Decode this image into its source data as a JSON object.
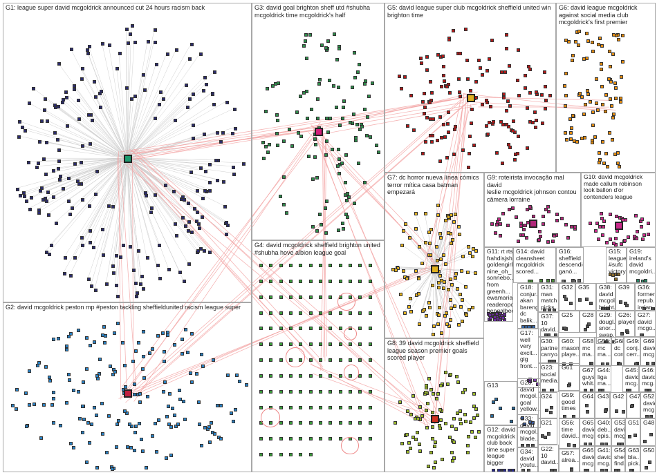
{
  "groups": [
    {
      "id": "G1",
      "label": "G1: league super david mcgoldrick announced cut 24 hours racism back",
      "color": "#2b2b6b",
      "kind": "ring",
      "nodes": 230,
      "hub": "#1f9a6f"
    },
    {
      "id": "G2",
      "label": "G2: david mcgoldrick peston mp #peston tackling sheffieldunited racism league super",
      "color": "#2a7fc0",
      "kind": "cluster",
      "nodes": 170,
      "hub": "#c02040"
    },
    {
      "id": "G3",
      "label": "G3: david goal brighton sheff utd #shubha\nmcgoldrick time mcgoldrick's half",
      "color": "#2d8a4a",
      "kind": "cluster",
      "nodes": 120,
      "hub": "#d4207a"
    },
    {
      "id": "G4",
      "label": "G4: david mcgoldrick sheffield brighton united\n#shubha hove albion league goal",
      "color": "#3a9a3a",
      "kind": "grid",
      "nodes": 150,
      "hub": "#3a9a3a"
    },
    {
      "id": "G5",
      "label": "G5: david league super club mcgoldrick sheffield united win\nbrighton time",
      "color": "#b01818",
      "kind": "cluster",
      "nodes": 140,
      "hub": "#e0b020"
    },
    {
      "id": "G6",
      "label": "G6: david league mcgoldrick\nagainst social media club\nmcgoldrick's first premier",
      "color": "#e08a10",
      "kind": "column",
      "nodes": 90,
      "hub": "#e08a10"
    },
    {
      "id": "G7",
      "label": "G7: dc horror nueva línea cómics\nterror mítica casa batman\nempezará",
      "color": "#e0b020",
      "kind": "star",
      "nodes": 110,
      "hub": "#e0b020"
    },
    {
      "id": "G8",
      "label": "G8: 39 david mcgoldrick sheffield\nleague season premier goals\nscored player",
      "color": "#9ab82a",
      "kind": "cluster",
      "nodes": 90,
      "hub": "#d03020"
    },
    {
      "id": "G9",
      "label": "G9: roteirista invocação mal david\nleslie mcgoldrick johnson contou\ncâmera lorraine",
      "color": "#b0287a",
      "kind": "cluster",
      "nodes": 50,
      "hub": "#b0287a"
    },
    {
      "id": "G10",
      "label": "G10: david mcgoldrick\nmade callum robinson\nlook ballon d'or\ncontenders league",
      "color": "#c82a8a",
      "kind": "cluster",
      "nodes": 40,
      "hub": "#c82a8a"
    },
    {
      "id": "G11",
      "label": "G11: rt rts\nfrahdisjshaw\ngoldengirlin...\nnine_oh_\nsonnebo...\nfrom greenh...\newamariad...\nreaderopolis\nbengalbeer",
      "color": "#6a2a9a",
      "kind": "column",
      "nodes": 40,
      "hub": "#6a2a9a"
    },
    {
      "id": "G12",
      "label": "G12: david\nmcgoldrick\nclub back\ntime super\nleague\nbigger",
      "color": "#2a2a8a",
      "kind": "few",
      "nodes": 8,
      "hub": "#2a2a8a"
    },
    {
      "id": "G13",
      "label": "G13",
      "color": "#2a6a9a",
      "kind": "few",
      "nodes": 6,
      "hub": "#2a6a9a"
    },
    {
      "id": "G14",
      "label": "G14: david\ncleansheet\nmcgoldrick\nscored...",
      "color": "#4a8a3a",
      "kind": "few",
      "nodes": 5,
      "hub": "#4a8a3a"
    },
    {
      "id": "G15",
      "label": "G15: league\n#sufc\nvictory...",
      "color": "#8a6a2a",
      "kind": "few",
      "nodes": 5,
      "hub": "#8a6a2a"
    },
    {
      "id": "G16",
      "label": "G16:\nsheffield\ndescendido\nganó...",
      "color": "#6a6a6a",
      "kind": "few",
      "nodes": 5,
      "hub": "#6a6a6a"
    },
    {
      "id": "G17",
      "label": "G17:\nwell\nvery\nexcit...\ngig\nfront...",
      "color": "#7a3aaa",
      "kind": "few",
      "nodes": 5,
      "hub": "#7a3aaa"
    },
    {
      "id": "G18",
      "label": "G18:\nconjur...\nakan\nbareng\ndc\nbalik...",
      "color": "#3a6aaa",
      "kind": "few",
      "nodes": 6,
      "hub": "#3a6aaa"
    },
    {
      "id": "G19",
      "label": "G19:\nireland's\ndavid\nmcgoldri...",
      "color": "#2a8a6a",
      "kind": "few",
      "nodes": 4,
      "hub": "#2a8a6a"
    },
    {
      "id": "G20",
      "label": "G20:\ndavid\nmcgol...\ngoal\nyellow...",
      "color": "#3a5a9a",
      "kind": "few",
      "nodes": 5,
      "hub": "#3a5a9a"
    },
    {
      "id": "G21",
      "label": "G21",
      "color": "#555",
      "kind": "few",
      "nodes": 3,
      "hub": "#555"
    },
    {
      "id": "G22",
      "label": "G22:\n10\ndavid...",
      "color": "#555",
      "kind": "few",
      "nodes": 3,
      "hub": "#555"
    },
    {
      "id": "G23",
      "label": "G23:\nsocial\nmedia...",
      "color": "#555",
      "kind": "few",
      "nodes": 3,
      "hub": "#555"
    },
    {
      "id": "G24",
      "label": "G24",
      "color": "#555",
      "kind": "few",
      "nodes": 3,
      "hub": "#555"
    },
    {
      "id": "G25",
      "label": "G25",
      "color": "#555",
      "kind": "few",
      "nodes": 3,
      "hub": "#555"
    },
    {
      "id": "G26",
      "label": "G26:\nplayer",
      "color": "#555",
      "kind": "few",
      "nodes": 3,
      "hub": "#555"
    },
    {
      "id": "G27",
      "label": "G27:\ndavid\nmcgo...",
      "color": "#555",
      "kind": "few",
      "nodes": 3,
      "hub": "#555"
    },
    {
      "id": "G28",
      "label": "G28",
      "color": "#555",
      "kind": "few",
      "nodes": 3,
      "hub": "#555"
    },
    {
      "id": "G29",
      "label": "G29:\ndougl...\nsnor...\nswap...",
      "color": "#555",
      "kind": "few",
      "nodes": 3,
      "hub": "#555"
    },
    {
      "id": "G30",
      "label": "G30:\npartne...\ncarryo...",
      "color": "#555",
      "kind": "few",
      "nodes": 3,
      "hub": "#555"
    },
    {
      "id": "G31",
      "label": "G31:\nman\nmatch\npicks...",
      "color": "#555",
      "kind": "few",
      "nodes": 3,
      "hub": "#555"
    },
    {
      "id": "G32",
      "label": "G32",
      "color": "#555",
      "kind": "few",
      "nodes": 3,
      "hub": "#555"
    },
    {
      "id": "G33",
      "label": "G33:\ndavid\nmcgol...\nblade...",
      "color": "#555",
      "kind": "few",
      "nodes": 3,
      "hub": "#555"
    },
    {
      "id": "G34",
      "label": "G34:\ndavid\nyoutu...",
      "color": "#555",
      "kind": "few",
      "nodes": 3,
      "hub": "#555"
    },
    {
      "id": "G35",
      "label": "G35",
      "color": "#555",
      "kind": "few",
      "nodes": 3,
      "hub": "#555"
    },
    {
      "id": "G36",
      "label": "G36:\nformer\nrepub...\nirelan...",
      "color": "#555",
      "kind": "few",
      "nodes": 3,
      "hub": "#555"
    },
    {
      "id": "G37",
      "label": "G37:\n10\ndavid...",
      "color": "#555",
      "kind": "few",
      "nodes": 3,
      "hub": "#555"
    },
    {
      "id": "G38",
      "label": "G38:\ndavid\nmcgol...\nbright...",
      "color": "#555",
      "kind": "few",
      "nodes": 3,
      "hub": "#555"
    },
    {
      "id": "G39",
      "label": "G39",
      "color": "#555",
      "kind": "few",
      "nodes": 3,
      "hub": "#555"
    },
    {
      "id": "G40",
      "label": "G40:\ndeb...\nepis...",
      "color": "#555",
      "kind": "few",
      "nodes": 2,
      "hub": "#555"
    },
    {
      "id": "G41",
      "label": "G41:\ndavid\nmcg...",
      "color": "#555",
      "kind": "few",
      "nodes": 2,
      "hub": "#555"
    },
    {
      "id": "G42",
      "label": "G42",
      "color": "#555",
      "kind": "few",
      "nodes": 2,
      "hub": "#555"
    },
    {
      "id": "G43",
      "label": "G43",
      "color": "#555",
      "kind": "few",
      "nodes": 2,
      "hub": "#555"
    },
    {
      "id": "G44",
      "label": "G44:\nliga\nma...",
      "color": "#555",
      "kind": "few",
      "nodes": 2,
      "hub": "#555"
    },
    {
      "id": "G45",
      "label": "G45:\ndavid\nmcg...",
      "color": "#555",
      "kind": "few",
      "nodes": 2,
      "hub": "#555"
    },
    {
      "id": "G46",
      "label": "G46:\ndavid\nmcg...",
      "color": "#555",
      "kind": "few",
      "nodes": 2,
      "hub": "#555"
    },
    {
      "id": "G47",
      "label": "G47",
      "color": "#555",
      "kind": "few",
      "nodes": 2,
      "hub": "#555"
    },
    {
      "id": "G48",
      "label": "G48",
      "color": "#555",
      "kind": "few",
      "nodes": 2,
      "hub": "#555"
    },
    {
      "id": "G49",
      "label": "G49:\nconj...\ncerr...",
      "color": "#555",
      "kind": "few",
      "nodes": 2,
      "hub": "#555"
    },
    {
      "id": "G50",
      "label": "G50",
      "color": "#555",
      "kind": "few",
      "nodes": 2,
      "hub": "#555"
    },
    {
      "id": "G51",
      "label": "G51",
      "color": "#555",
      "kind": "few",
      "nodes": 2,
      "hub": "#555"
    },
    {
      "id": "G52",
      "label": "G52:\ndavid\nmcg...",
      "color": "#555",
      "kind": "few",
      "nodes": 2,
      "hub": "#555"
    },
    {
      "id": "G53",
      "label": "G53:\ndavid\nmcg...",
      "color": "#555",
      "kind": "few",
      "nodes": 2,
      "hub": "#555"
    },
    {
      "id": "G54",
      "label": "G54:\nshef...\nfind...",
      "color": "#555",
      "kind": "few",
      "nodes": 2,
      "hub": "#555"
    },
    {
      "id": "G55",
      "label": "G55:\nmc\nma...",
      "color": "#555",
      "kind": "few",
      "nodes": 2,
      "hub": "#555"
    },
    {
      "id": "G56",
      "label": "G56:\ntime\ndavid...",
      "color": "#555",
      "kind": "few",
      "nodes": 2,
      "hub": "#555"
    },
    {
      "id": "G57",
      "label": "G57:\nalrea...",
      "color": "#555",
      "kind": "few",
      "nodes": 2,
      "hub": "#555"
    },
    {
      "id": "G58",
      "label": "G58:\nmc\nma...",
      "color": "#555",
      "kind": "few",
      "nodes": 2,
      "hub": "#555"
    },
    {
      "id": "G59",
      "label": "G59:\ngood\ntimes",
      "color": "#555",
      "kind": "few",
      "nodes": 2,
      "hub": "#555"
    },
    {
      "id": "G60",
      "label": "G60:\nmason\nplaye...",
      "color": "#555",
      "kind": "few",
      "nodes": 2,
      "hub": "#555"
    },
    {
      "id": "G61",
      "label": "G61",
      "color": "#555",
      "kind": "few",
      "nodes": 2,
      "hub": "#555"
    },
    {
      "id": "G62",
      "label": "G62",
      "color": "#555",
      "kind": "few",
      "nodes": 2,
      "hub": "#555"
    },
    {
      "id": "G63",
      "label": "G63:\nbla...\npick...",
      "color": "#555",
      "kind": "few",
      "nodes": 2,
      "hub": "#555"
    },
    {
      "id": "G64",
      "label": "G64",
      "color": "#555",
      "kind": "few",
      "nodes": 2,
      "hub": "#555"
    },
    {
      "id": "G65",
      "label": "G65:\ndavid\nmcg...",
      "color": "#555",
      "kind": "few",
      "nodes": 2,
      "hub": "#555"
    },
    {
      "id": "G66",
      "label": "G66:\ndavid\nmcg...",
      "color": "#555",
      "kind": "few",
      "nodes": 2,
      "hub": "#555"
    },
    {
      "id": "G67",
      "label": "G67:\nguys\nwhit...",
      "color": "#555",
      "kind": "few",
      "nodes": 2,
      "hub": "#555"
    },
    {
      "id": "G68",
      "label": "G68:\ndc\ncorr...",
      "color": "#555",
      "kind": "few",
      "nodes": 2,
      "hub": "#555"
    },
    {
      "id": "G69",
      "label": "G69:\ndavid\nmcg...",
      "color": "#555",
      "kind": "few",
      "nodes": 2,
      "hub": "#555"
    },
    {
      "id": "G70",
      "label": "G70",
      "color": "#555",
      "kind": "few",
      "nodes": 2,
      "hub": "#555"
    }
  ],
  "edge_color": "#f3a3a3",
  "intra_edge_color": "#cfcfcf"
}
